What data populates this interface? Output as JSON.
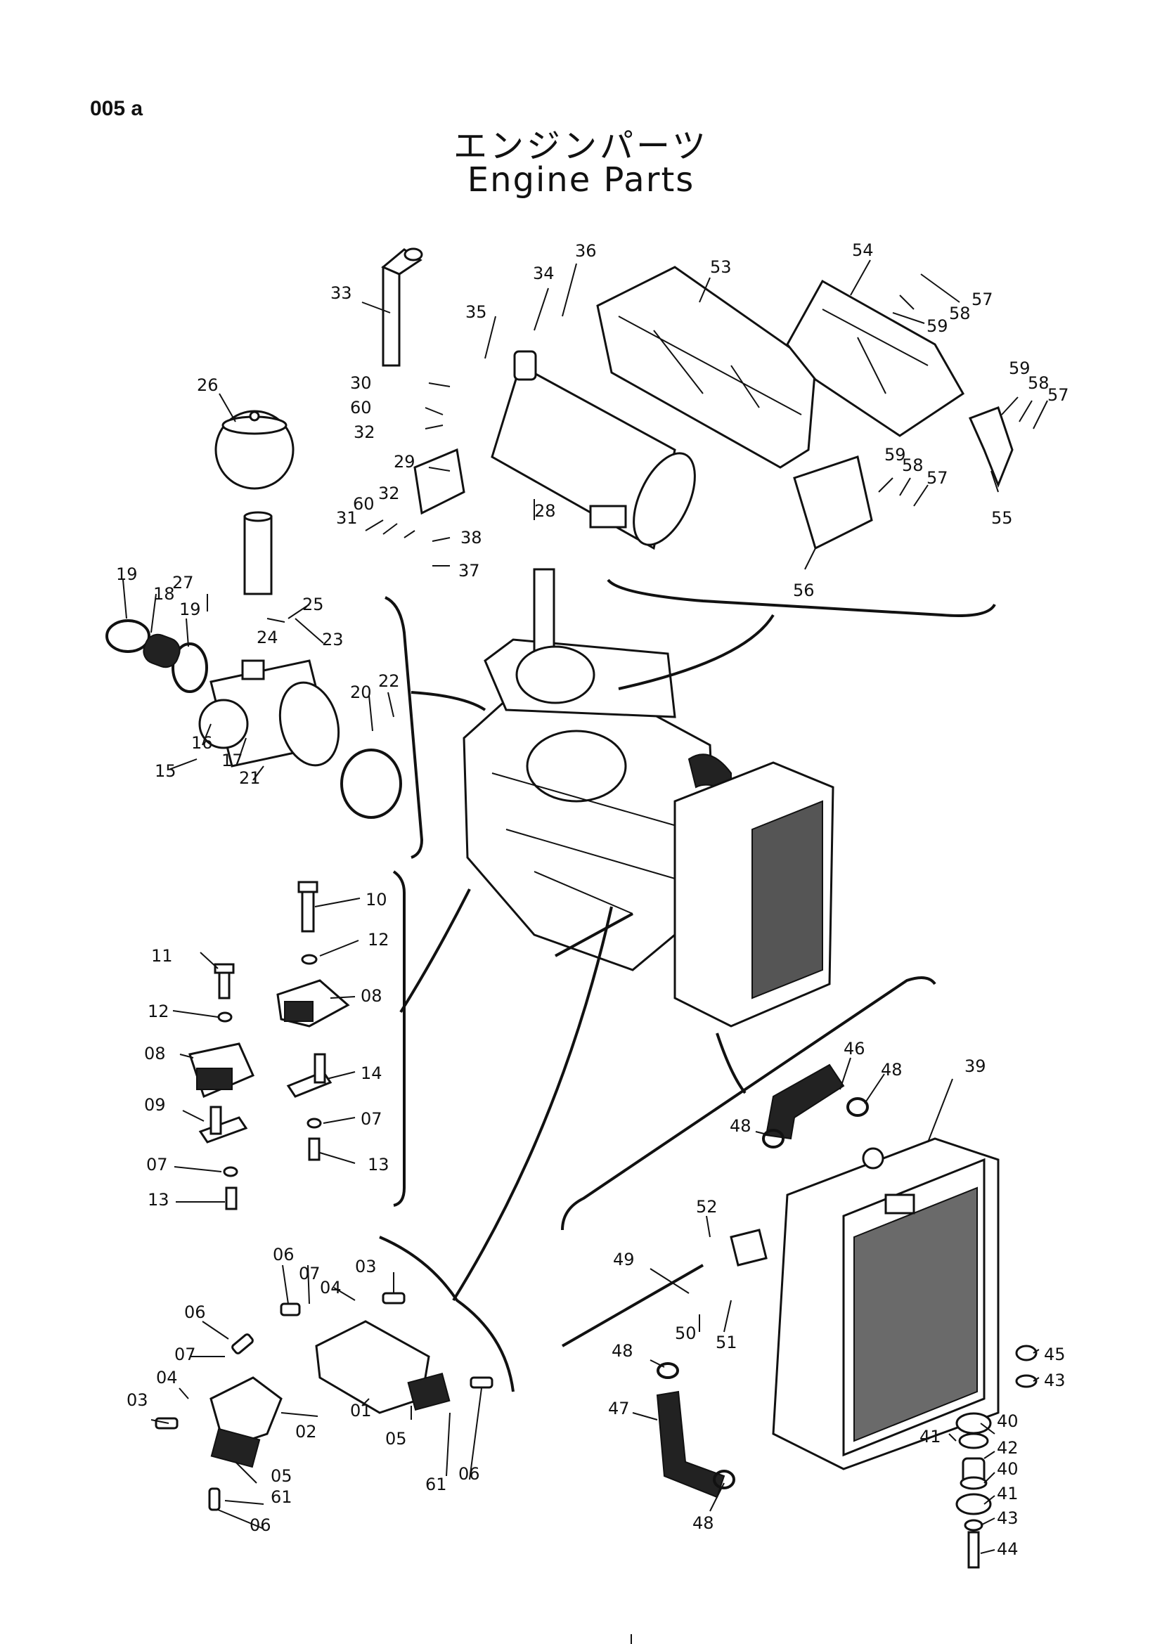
{
  "header": {
    "page_code": "005 a",
    "title_jp": "エンジンパーツ",
    "title_en": "Engine Parts"
  },
  "parts": [
    {
      "id": "p33",
      "text": "33"
    },
    {
      "id": "p34",
      "text": "34"
    },
    {
      "id": "p36",
      "text": "36"
    },
    {
      "id": "p53",
      "text": "53"
    },
    {
      "id": "p54",
      "text": "54"
    },
    {
      "id": "p57a",
      "text": "57"
    },
    {
      "id": "p58a",
      "text": "58"
    },
    {
      "id": "p59a",
      "text": "59"
    },
    {
      "id": "p35",
      "text": "35"
    },
    {
      "id": "p30",
      "text": "30"
    },
    {
      "id": "p60a",
      "text": "60"
    },
    {
      "id": "p32a",
      "text": "32"
    },
    {
      "id": "p29",
      "text": "29"
    },
    {
      "id": "p28",
      "text": "28"
    },
    {
      "id": "p31",
      "text": "31"
    },
    {
      "id": "p60b",
      "text": "60"
    },
    {
      "id": "p32b",
      "text": "32"
    },
    {
      "id": "p38",
      "text": "38"
    },
    {
      "id": "p37",
      "text": "37"
    },
    {
      "id": "p59b",
      "text": "59"
    },
    {
      "id": "p58b",
      "text": "58"
    },
    {
      "id": "p57b",
      "text": "57"
    },
    {
      "id": "p55",
      "text": "55"
    },
    {
      "id": "p59c",
      "text": "59"
    },
    {
      "id": "p58c",
      "text": "58"
    },
    {
      "id": "p57c",
      "text": "57"
    },
    {
      "id": "p56",
      "text": "56"
    },
    {
      "id": "p26",
      "text": "26"
    },
    {
      "id": "p19a",
      "text": "19"
    },
    {
      "id": "p18",
      "text": "18"
    },
    {
      "id": "p27",
      "text": "27"
    },
    {
      "id": "p19b",
      "text": "19"
    },
    {
      "id": "p25",
      "text": "25"
    },
    {
      "id": "p24",
      "text": "24"
    },
    {
      "id": "p23",
      "text": "23"
    },
    {
      "id": "p20",
      "text": "20"
    },
    {
      "id": "p22",
      "text": "22"
    },
    {
      "id": "p16",
      "text": "16"
    },
    {
      "id": "p17",
      "text": "17"
    },
    {
      "id": "p15",
      "text": "15"
    },
    {
      "id": "p21",
      "text": "21"
    },
    {
      "id": "p10",
      "text": "10"
    },
    {
      "id": "p11",
      "text": "11"
    },
    {
      "id": "p12a",
      "text": "12"
    },
    {
      "id": "p12b",
      "text": "12"
    },
    {
      "id": "p08a",
      "text": "08"
    },
    {
      "id": "p08b",
      "text": "08"
    },
    {
      "id": "p14",
      "text": "14"
    },
    {
      "id": "p09",
      "text": "09"
    },
    {
      "id": "p07a",
      "text": "07"
    },
    {
      "id": "p07b",
      "text": "07"
    },
    {
      "id": "p13a",
      "text": "13"
    },
    {
      "id": "p13b",
      "text": "13"
    },
    {
      "id": "p46",
      "text": "46"
    },
    {
      "id": "p48a",
      "text": "48"
    },
    {
      "id": "p39",
      "text": "39"
    },
    {
      "id": "p48b",
      "text": "48"
    },
    {
      "id": "p52",
      "text": "52"
    },
    {
      "id": "p49",
      "text": "49"
    },
    {
      "id": "p50",
      "text": "50"
    },
    {
      "id": "p51",
      "text": "51"
    },
    {
      "id": "p48c",
      "text": "48"
    },
    {
      "id": "p47",
      "text": "47"
    },
    {
      "id": "p48d",
      "text": "48"
    },
    {
      "id": "p45",
      "text": "45"
    },
    {
      "id": "p43a",
      "text": "43"
    },
    {
      "id": "p40a",
      "text": "40"
    },
    {
      "id": "p41a",
      "text": "41"
    },
    {
      "id": "p42",
      "text": "42"
    },
    {
      "id": "p40b",
      "text": "40"
    },
    {
      "id": "p41b",
      "text": "41"
    },
    {
      "id": "p43b",
      "text": "43"
    },
    {
      "id": "p44",
      "text": "44"
    },
    {
      "id": "p06a",
      "text": "06"
    },
    {
      "id": "p07c",
      "text": "07"
    },
    {
      "id": "p03a",
      "text": "03"
    },
    {
      "id": "p04a",
      "text": "04"
    },
    {
      "id": "p06b",
      "text": "06"
    },
    {
      "id": "p07d",
      "text": "07"
    },
    {
      "id": "p04b",
      "text": "04"
    },
    {
      "id": "p03b",
      "text": "03"
    },
    {
      "id": "p02",
      "text": "02"
    },
    {
      "id": "p01",
      "text": "01"
    },
    {
      "id": "p05a",
      "text": "05"
    },
    {
      "id": "p61a",
      "text": "61"
    },
    {
      "id": "p06c",
      "text": "06"
    },
    {
      "id": "p05b",
      "text": "05"
    },
    {
      "id": "p61b",
      "text": "61"
    },
    {
      "id": "p06d",
      "text": "06"
    }
  ]
}
